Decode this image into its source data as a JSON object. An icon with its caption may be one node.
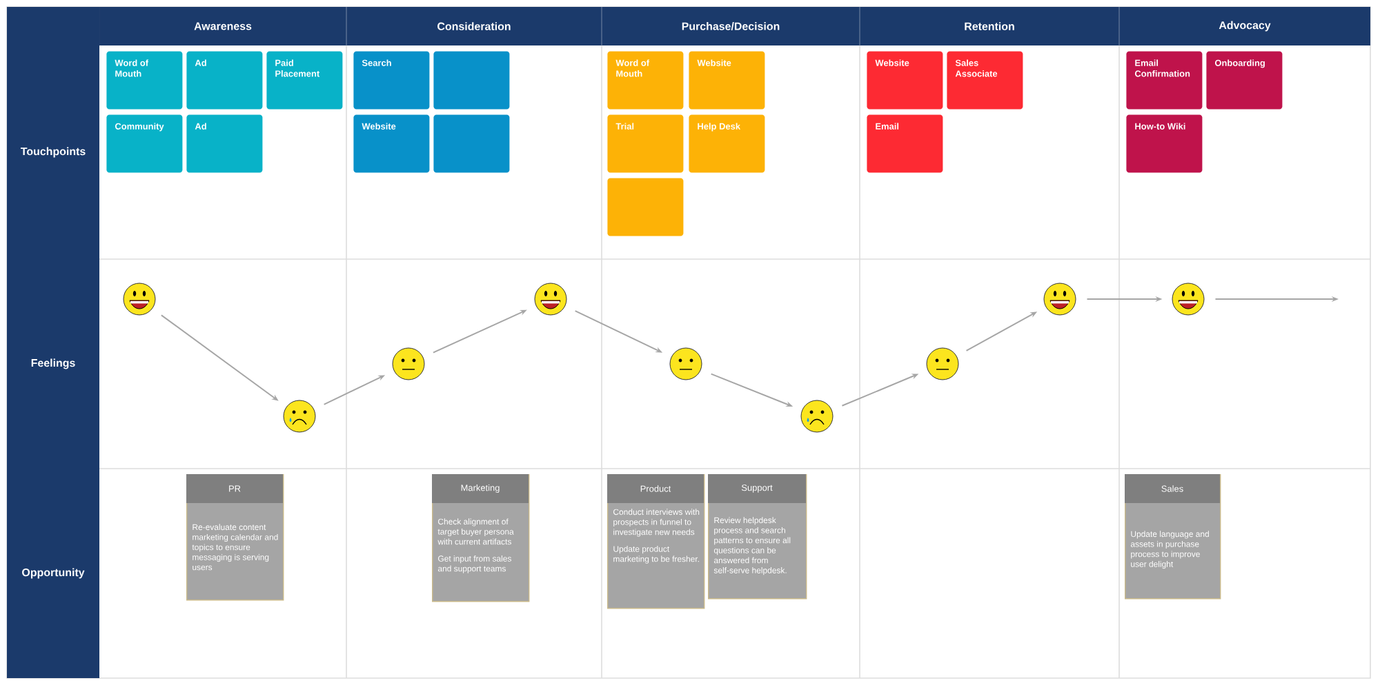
{
  "diagram": {
    "nodes": [
      {
        "text": [
          "Word of Mouth"
        ]
      },
      {
        "text": [
          "Ad"
        ]
      },
      {
        "text": [
          "Paid Placement"
        ]
      },
      {
        "text": [
          "Community"
        ]
      },
      {
        "text": [
          "Ad"
        ]
      },
      {
        "text": [
          "Search"
        ]
      },
      {
        "text": [],
        "shape": "box"
      },
      {
        "text": [
          "Website"
        ]
      },
      {
        "text": [],
        "shape": "box"
      },
      {
        "text": [
          "Word of Mouth"
        ]
      },
      {
        "text": [
          "Website"
        ]
      },
      {
        "text": [
          "Trial"
        ]
      },
      {
        "text": [
          "Help Desk"
        ]
      },
      {
        "text": [],
        "shape": "box"
      },
      {
        "text": [
          "Website"
        ]
      },
      {
        "text": [
          "Sales Associate"
        ]
      },
      {
        "text": [
          "Email"
        ]
      },
      {
        "text": [
          "Email Confirmation"
        ]
      },
      {
        "text": [
          "Onboarding"
        ]
      },
      {
        "text": [
          "How-to Wiki"
        ]
      },
      {
        "text": [],
        "shape": "circle"
      },
      {
        "text": [],
        "shape": "circle"
      },
      {
        "text": [],
        "shape": "circle"
      },
      {
        "text": [],
        "shape": "circle"
      },
      {
        "text": [],
        "shape": "circle"
      },
      {
        "text": [],
        "shape": "circle"
      },
      {
        "text": [],
        "shape": "circle"
      },
      {
        "text": [],
        "shape": "circle"
      },
      {
        "text": [],
        "shape": "circle"
      },
      {
        "text": [
          "PR",
          "Re-evaluate content marketing calendar and topics to ensure messaging is serving users"
        ]
      },
      {
        "text": [
          "Marketing",
          "Check alignment of target buyer persona with current artifacts",
          "Get input from sales and support teams"
        ]
      },
      {
        "text": [
          "Product",
          "Conduct interviews with prospects in funnel to investigate new needs",
          "Update product marketing to be fresher."
        ]
      },
      {
        "text": [
          "Support",
          "Review helpdesk process and search patterns to ensure all questions can be answered from self-serve helpdesk."
        ]
      },
      {
        "text": [
          "Sales",
          "Update language and assets in purchase process to improve user delight"
        ]
      }
    ],
    "edges": [
      {
        "from": 20,
        "to": 21,
        "arrow": "to"
      },
      {
        "from": 21,
        "to": 22,
        "arrow": "to"
      },
      {
        "from": 22,
        "to": 23,
        "arrow": "to"
      },
      {
        "from": 23,
        "to": 24,
        "arrow": "to"
      },
      {
        "from": 24,
        "to": 25,
        "arrow": "to"
      },
      {
        "from": 25,
        "to": 26,
        "arrow": "to"
      },
      {
        "from": 26,
        "to": 27,
        "arrow": "to"
      },
      {
        "from": 27,
        "to": 28,
        "arrow": "to"
      },
      {
        "from": 28,
        "to": null,
        "arrow": "to"
      }
    ],
    "labels": [
      "Awareness",
      "Consideration",
      "Purchase/Decision",
      "Retention",
      "Advocacy",
      "Touchpoints",
      "Feelings",
      "Opportunity"
    ]
  }
}
